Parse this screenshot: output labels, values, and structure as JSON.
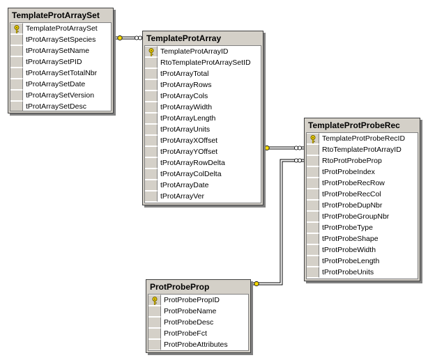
{
  "tables": {
    "template_prot_array_set": {
      "title": "TemplateProtArraySet",
      "columns": [
        "TemplateProtArraySet",
        "tProtArraySetSpecies",
        "tProtArraySetName",
        "tProtArraySetPID",
        "tProtArraySetTotalNbr",
        "tProtArraySetDate",
        "tProtArraySetVersion",
        "tProtArraySetDesc"
      ],
      "primary_key_index": 0
    },
    "template_prot_array": {
      "title": "TemplateProtArray",
      "columns": [
        "TemplateProtArrayID",
        "RtoTemplateProtArraySetID",
        "tProtArrayTotal",
        "tProtArrayRows",
        "tProtArrayCols",
        "tProtArrayWidth",
        "tProtArrayLength",
        "tProtArrayUnits",
        "tProtArrayXOffset",
        "tProtArrayYOffset",
        "tProtArrayRowDelta",
        "tProtArrayColDelta",
        "tProtArrayDate",
        "tProtArrayVer"
      ],
      "primary_key_index": 0
    },
    "template_prot_probe_rec": {
      "title": "TemplateProtProbeRec",
      "columns": [
        "TemplateProtProbeRecID",
        "RtoTemplateProtArrayID",
        "RtoProtProbeProp",
        "tProtProbeIndex",
        "tProtProbeRecRow",
        "tProtProbeRecCol",
        "tProtProbeDupNbr",
        "tProtProbeGroupNbr",
        "tProtProbeType",
        "tProtProbeShape",
        "tProtProbeWidth",
        "tProtProbeLength",
        "tProtProbeUnits"
      ],
      "primary_key_index": 0
    },
    "prot_probe_prop": {
      "title": "ProtProbeProp",
      "columns": [
        "ProtProbePropID",
        "ProtProbeName",
        "ProtProbeDesc",
        "ProtProbeFct",
        "ProtProbeAttributes"
      ],
      "primary_key_index": 0
    }
  },
  "icons": {
    "primary_key": "key-icon",
    "relationship_end": "key-end-icon"
  },
  "colors": {
    "header_bg": "#d4d0c8",
    "border": "#404040",
    "key": "#e8c200"
  }
}
